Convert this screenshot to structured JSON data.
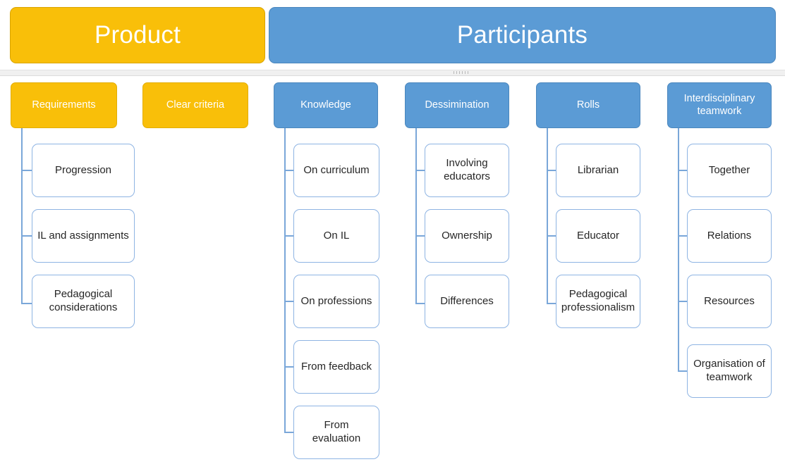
{
  "diagram": {
    "title_bars": [
      {
        "label": "Product",
        "color": "#f9bf09"
      },
      {
        "label": "Participants",
        "color": "#5b9bd5"
      }
    ],
    "columns": [
      {
        "category": "Requirements",
        "theme": "yellow",
        "children": [
          "Progression",
          "IL and assignments",
          "Pedagogical considerations"
        ]
      },
      {
        "category": "Clear criteria",
        "theme": "yellow",
        "children": []
      },
      {
        "category": "Knowledge",
        "theme": "blue",
        "children": [
          "On curriculum",
          "On IL",
          "On professions",
          "From feedback",
          "From evaluation"
        ]
      },
      {
        "category": "Dessimination",
        "theme": "blue",
        "children": [
          "Involving educators",
          "Ownership",
          "Differences"
        ]
      },
      {
        "category": "Rolls",
        "theme": "blue",
        "children": [
          "Librarian",
          "Educator",
          "Pedagogical professionalism"
        ]
      },
      {
        "category": "Interdisciplinary teamwork",
        "theme": "blue",
        "children": [
          "Together",
          "Relations",
          "Resources",
          "Organisation of teamwork"
        ]
      }
    ],
    "colors": {
      "yellow": "#f9bf09",
      "blue": "#5b9bd5",
      "leaf_border": "#8eb4e3",
      "connector": "#7aa7d9",
      "leaf_text": "#262626",
      "header_text": "#ffffff",
      "background": "#ffffff",
      "splitter": "#f0f0f0"
    }
  }
}
